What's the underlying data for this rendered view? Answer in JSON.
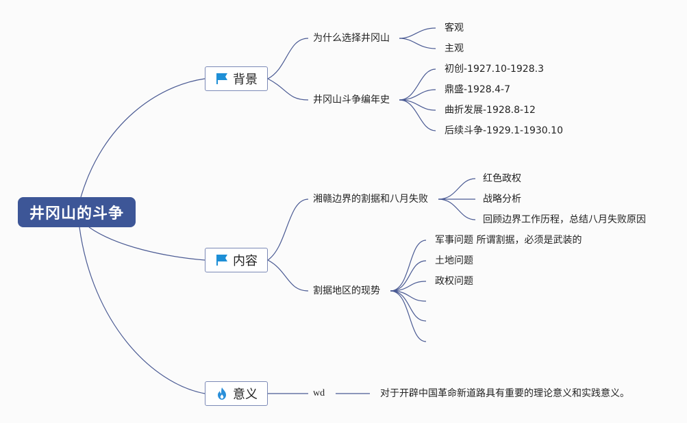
{
  "root": {
    "label": "井冈山的斗争"
  },
  "branches": [
    {
      "label": "背景",
      "icon": "flag-icon",
      "children": [
        {
          "label": "为什么选择井冈山",
          "children": [
            "客观",
            "主观"
          ]
        },
        {
          "label": "井冈山斗争编年史",
          "children": [
            "初创-1927.10-1928.3",
            "鼎盛-1928.4-7",
            "曲折发展-1928.8-12",
            "后续斗争-1929.1-1930.10"
          ]
        }
      ]
    },
    {
      "label": "内容",
      "icon": "flag-icon",
      "children": [
        {
          "label": "湘赣边界的割据和八月失败",
          "children": [
            "红色政权",
            "战略分析",
            "回顾边界工作历程，总结八月失败原因"
          ]
        },
        {
          "label": "割据地区的现势",
          "children": [
            "军事问题 所谓割据，必须是武装的",
            "土地问题",
            "政权问题",
            "",
            "",
            ""
          ]
        }
      ]
    },
    {
      "label": "意义",
      "icon": "fire-icon",
      "children": [
        {
          "label": "wd",
          "children": [
            "对于开辟中国革命新道路具有重要的理论意义和实践意义。"
          ]
        }
      ]
    }
  ],
  "colors": {
    "root_fill": "#3d5697",
    "line": "#4a5a93",
    "flag": "#1e8fd6",
    "fire": "#2a8fd9"
  }
}
